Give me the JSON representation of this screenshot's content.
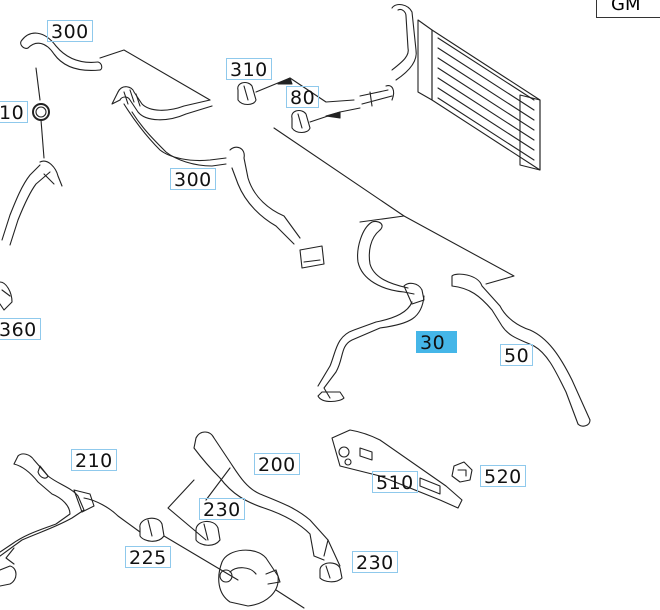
{
  "corner_box": "GM",
  "callouts": {
    "c300_top": "300",
    "c10": "10",
    "c310": "310",
    "c80": "80",
    "c300_mid": "300",
    "c360": "360",
    "c30": "30",
    "c50": "50",
    "c210": "210",
    "c200": "200",
    "c230_a": "230",
    "c225": "225",
    "c510": "510",
    "c520": "520",
    "c230_b": "230"
  },
  "highlight_color": "#45b6e8",
  "label_border_color": "#8fc9ec"
}
